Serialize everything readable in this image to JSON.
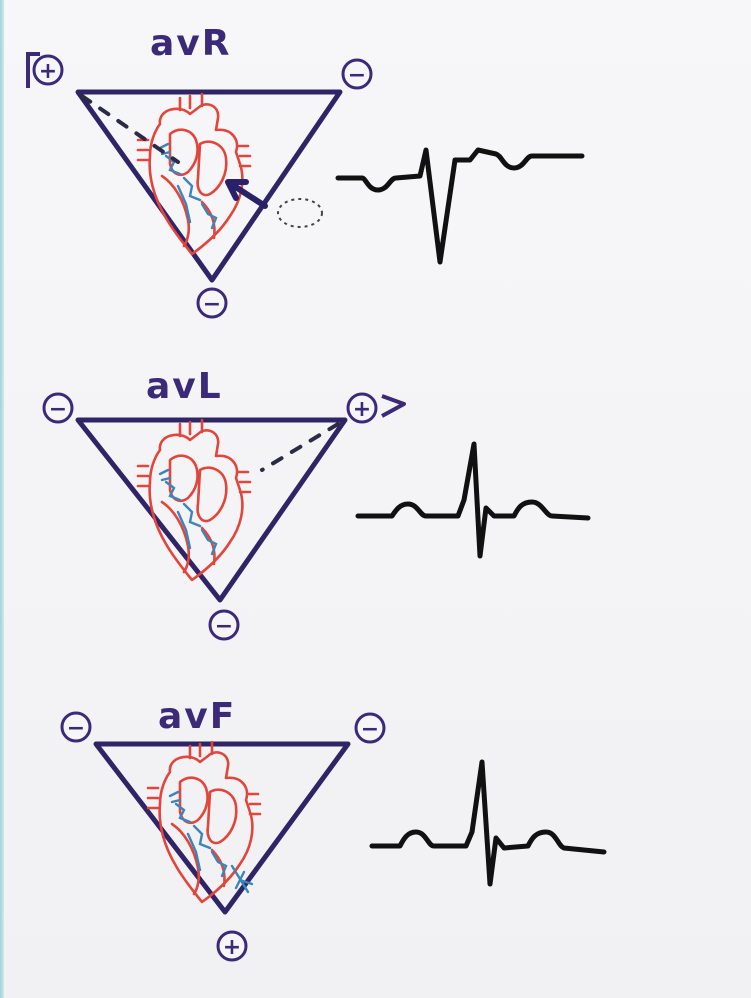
{
  "panels": [
    {
      "lead": "avR",
      "signs": {
        "left": "+",
        "right": "−",
        "bottom": "−"
      },
      "positive_corner": "left",
      "ecg_polarity": "negative"
    },
    {
      "lead": "avL",
      "signs": {
        "left": "−",
        "right": "+",
        "bottom": "−"
      },
      "positive_corner": "right",
      "ecg_polarity": "positive"
    },
    {
      "lead": "avF",
      "signs": {
        "left": "−",
        "right": "−",
        "bottom": "+"
      },
      "positive_corner": "bottom",
      "ecg_polarity": "positive"
    }
  ],
  "colors": {
    "triangle": "#2f2466",
    "heart_outline": "#e1453b",
    "conduction": "#3d84b8",
    "ink": "#3b2a78",
    "ecg": "#111111"
  }
}
